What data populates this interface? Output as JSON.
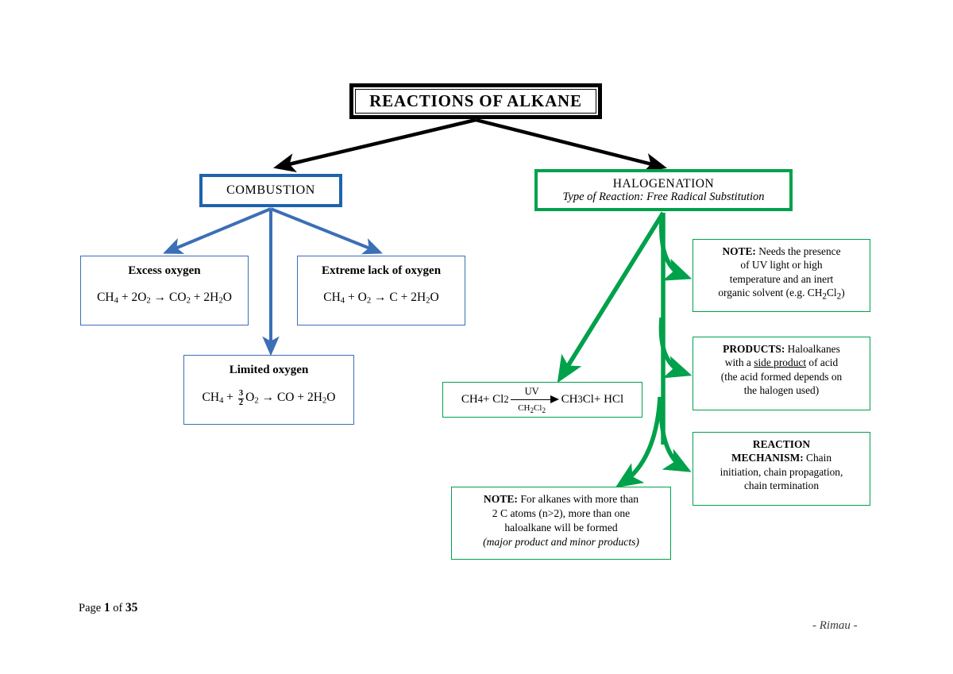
{
  "document": {
    "page_label_prefix": "Page",
    "page_label_middle": "of",
    "page_current": "1",
    "page_total": "35",
    "signature": "- Rimau -"
  },
  "colors": {
    "title_border": "#000000",
    "combustion_border": "#1F63AE",
    "combustion_arrow": "#3B6FB6",
    "halogenation_border": "#00A14B",
    "halogenation_arrow": "#00A14B",
    "blue_box_border": "#3B6FB6",
    "root_arrow": "#000000",
    "page_background": "#ffffff"
  },
  "title": {
    "text": "REACTIONS OF ALKANE"
  },
  "branches": {
    "combustion": {
      "label": "COMBUSTION"
    },
    "halogenation": {
      "label": "HALOGENATION",
      "subtitle": "Type of Reaction: Free Radical Substitution"
    }
  },
  "combustion_children": [
    {
      "name": "excess-oxygen",
      "title": "Excess oxygen",
      "equation_plain": "CH4 + 2O2 → CO2 + 2H2O",
      "equation_parts": {
        "reactant_1": "CH",
        "reactant_1_sub": "4",
        "plus_1": " + 2O",
        "reactant_2_sub": "2",
        "arrow": " → CO",
        "product_1_sub": "2",
        "plus_2": " + 2H",
        "product_2_sub": "2",
        "tail": "O"
      }
    },
    {
      "name": "extreme-lack-of-oxygen",
      "title": "Extreme lack of oxygen",
      "equation_plain": "CH4 + O2 → C + 2H2O",
      "equation_parts": {
        "reactant_1": "CH",
        "reactant_1_sub": "4",
        "plus_1": " + O",
        "reactant_2_sub": "2",
        "arrow": " → C + 2H",
        "product_2_sub": "2",
        "tail": "O"
      }
    },
    {
      "name": "limited-oxygen",
      "title": "Limited oxygen",
      "equation_plain": "CH4 + 3/2 O2 → CO + 2H2O",
      "equation_parts": {
        "reactant_1": "CH",
        "reactant_1_sub": "4",
        "plus_1": " + ",
        "fraction_numerator": "3",
        "fraction_denominator": "2",
        "reactant_2": "O",
        "reactant_2_sub": "2",
        "arrow": " → CO + 2H",
        "product_2_sub": "2",
        "tail": "O"
      }
    }
  ],
  "halogenation_children": {
    "note_uv": {
      "bold_lead": "NOTE:",
      "line_1_rest": " Needs the presence",
      "line_2": "of UV light or high",
      "line_3": "temperature and an inert",
      "line_4_pre": "organic solvent (e.g. CH",
      "line_4_sub_1": "2",
      "line_4_mid": "Cl",
      "line_4_sub_2": "2",
      "line_4_post": ")"
    },
    "products": {
      "bold_lead": "PRODUCTS:",
      "line_1_rest": " Haloalkanes",
      "line_2_pre": "with a ",
      "line_2_underlined": "side product",
      "line_2_post": " of acid",
      "line_3": "(the acid formed depends on",
      "line_4": "the halogen used)"
    },
    "mechanism": {
      "bold_line_1": "REACTION",
      "bold_line_2": "MECHANISM:",
      "line_2_rest": " Chain",
      "line_3": "initiation, chain propagation,",
      "line_4": "chain termination"
    },
    "equation": {
      "reactant_1": "CH",
      "reactant_1_sub": "4",
      "plus": " + Cl",
      "reactant_2_sub": "2",
      "condition_above": "UV",
      "condition_below_pre": "CH",
      "condition_below_sub_1": "2",
      "condition_below_mid": "Cl",
      "condition_below_sub_2": "2",
      "product_1_pre": "CH",
      "product_1_sub": "3",
      "product_1_post": "Cl",
      "product_2": " + HCl",
      "equation_plain": "CH4 + Cl2 --UV/CH2Cl2--> CH3Cl + HCl"
    },
    "note_alkanes": {
      "bold_lead": "NOTE:",
      "line_1_rest": " For alkanes with more than",
      "line_2": "2 C atoms (n>2), more than one",
      "line_3": "haloalkane will be formed",
      "line_4_italic": "(major product and minor products)"
    }
  }
}
